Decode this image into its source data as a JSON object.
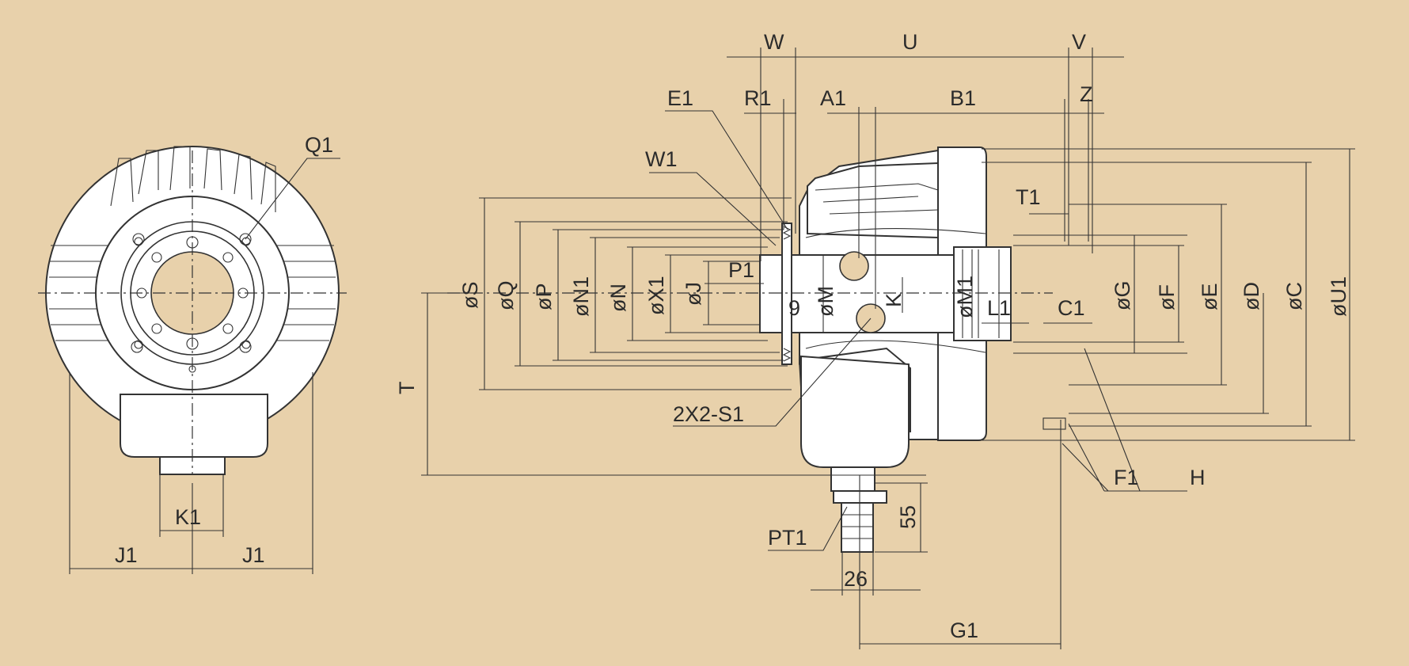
{
  "background_color": "#e8d1ab",
  "line_color": "#333333",
  "part_fill": "#ffffff",
  "labels": {
    "Q1": "Q1",
    "J1": "J1",
    "K1": "K1",
    "W": "W",
    "U": "U",
    "V": "V",
    "Z": "Z",
    "E1": "E1",
    "R1": "R1",
    "A1": "A1",
    "B1": "B1",
    "W1": "W1",
    "T1": "T1",
    "P1": "P1",
    "S": "øS",
    "Q": "øQ",
    "P": "øP",
    "N1": "øN1",
    "N": "øN",
    "X1": "øX1",
    "J": "øJ",
    "M": "øM",
    "K": "K",
    "M1": "øM1",
    "L1": "L1",
    "C1": "C1",
    "G": "øG",
    "F": "øF",
    "E": "øE",
    "D": "øD",
    "C": "øC",
    "U1": "øU1",
    "nine": "9",
    "T": "T",
    "S1": "2X2-S1",
    "F1": "F1",
    "H": "H",
    "PT1": "PT1",
    "fiftyfive": "55",
    "twentysix": "26",
    "G1": "G1"
  }
}
